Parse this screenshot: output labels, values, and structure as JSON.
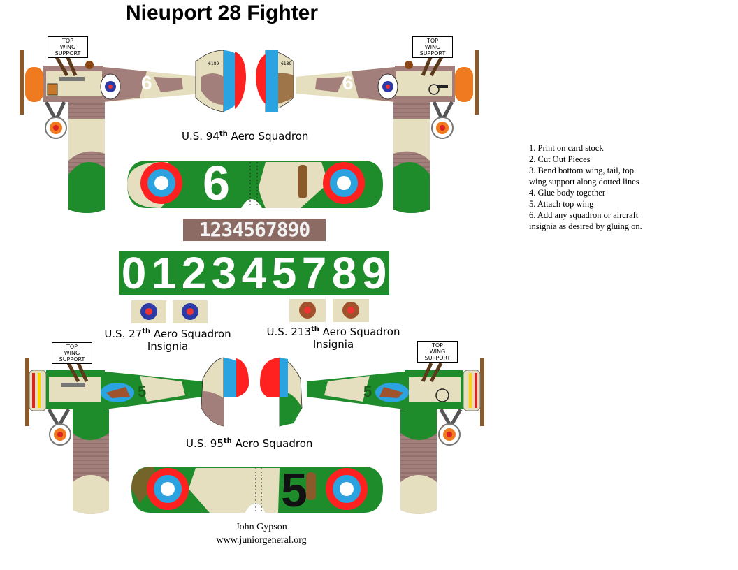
{
  "title": "Nieuport 28 Fighter",
  "squadrons": {
    "s94": {
      "prefix": "U.S. 94",
      "sup": "th",
      "suffix": " Aero Squadron",
      "number": "6"
    },
    "s95": {
      "prefix": "U.S. 95",
      "sup": "th",
      "suffix": " Aero Squadron",
      "number": "5"
    },
    "s27": {
      "prefix": "U.S. 27",
      "sup": "th",
      "suffix": " Aero Squadron",
      "line2": "Insignia"
    },
    "s213": {
      "prefix": "U.S. 213",
      "sup": "th",
      "suffix": " Aero Squadron",
      "line2": "Insignia"
    }
  },
  "top_wing_support": {
    "line1": "TOP",
    "line2": "WING",
    "line3": "SUPPORT"
  },
  "serial": "6189",
  "small_numbers": "1234567890",
  "big_numbers": [
    "0",
    "1",
    "2",
    "3",
    "4",
    "5",
    "7",
    "8",
    "9"
  ],
  "instructions": [
    "1. Print on card stock",
    "2. Cut Out Pieces",
    "3. Bend bottom wing, tail, top",
    "wing support along dotted lines",
    "4. Glue body together",
    "5.  Attach top wing",
    "6.  Add any squadron or aircraft",
    "insignia as desired by gluing on."
  ],
  "credit": {
    "author": "John Gypson",
    "url": "www.juniorgeneral.org"
  },
  "colors": {
    "camo_tan": "#e6dfbf",
    "camo_brown": "#a27f7a",
    "camo_green": "#1f8c2c",
    "roundel_red": "#ff2020",
    "roundel_blue": "#2aa3e0",
    "cowl_orange": "#f07a1f"
  }
}
